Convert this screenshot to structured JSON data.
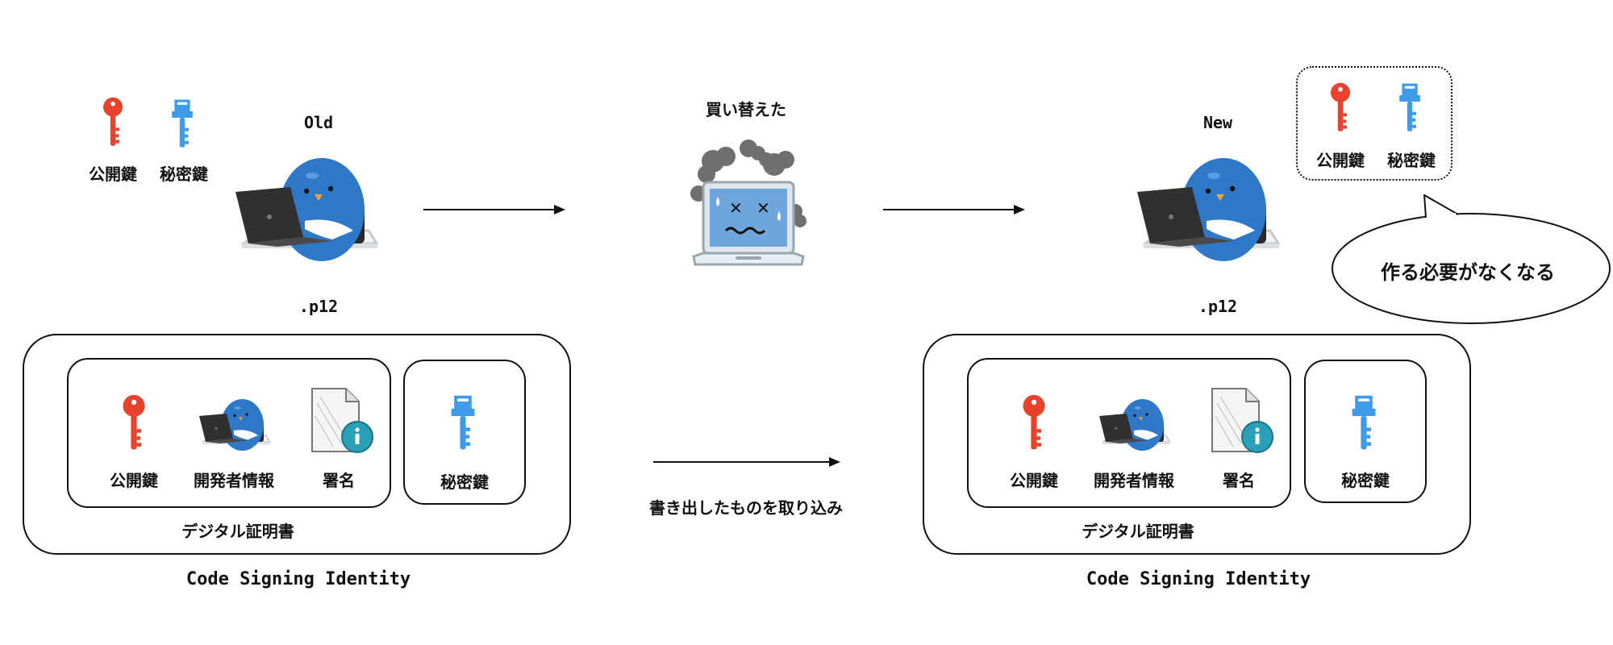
{
  "keys": {
    "public": "公開鍵",
    "private": "秘密鍵"
  },
  "old_machine": {
    "title": "Old",
    "file_ext": ".p12"
  },
  "new_machine": {
    "title": "New",
    "file_ext": ".p12"
  },
  "broken_laptop": {
    "caption": "買い替えた"
  },
  "transfer_arrow": {
    "caption": "書き出したものを取り込み"
  },
  "speech_bubble": {
    "text": "作る必要がなくなる"
  },
  "certificate": {
    "items": [
      "公開鍵",
      "開発者情報",
      "署名"
    ],
    "label": "デジタル証明書"
  },
  "private_key_label": "秘密鍵",
  "identity_label": "Code Signing Identity",
  "colors": {
    "public_key": "#e8412c",
    "private_key": "#3d9be9",
    "bird": "#2f78c8"
  }
}
